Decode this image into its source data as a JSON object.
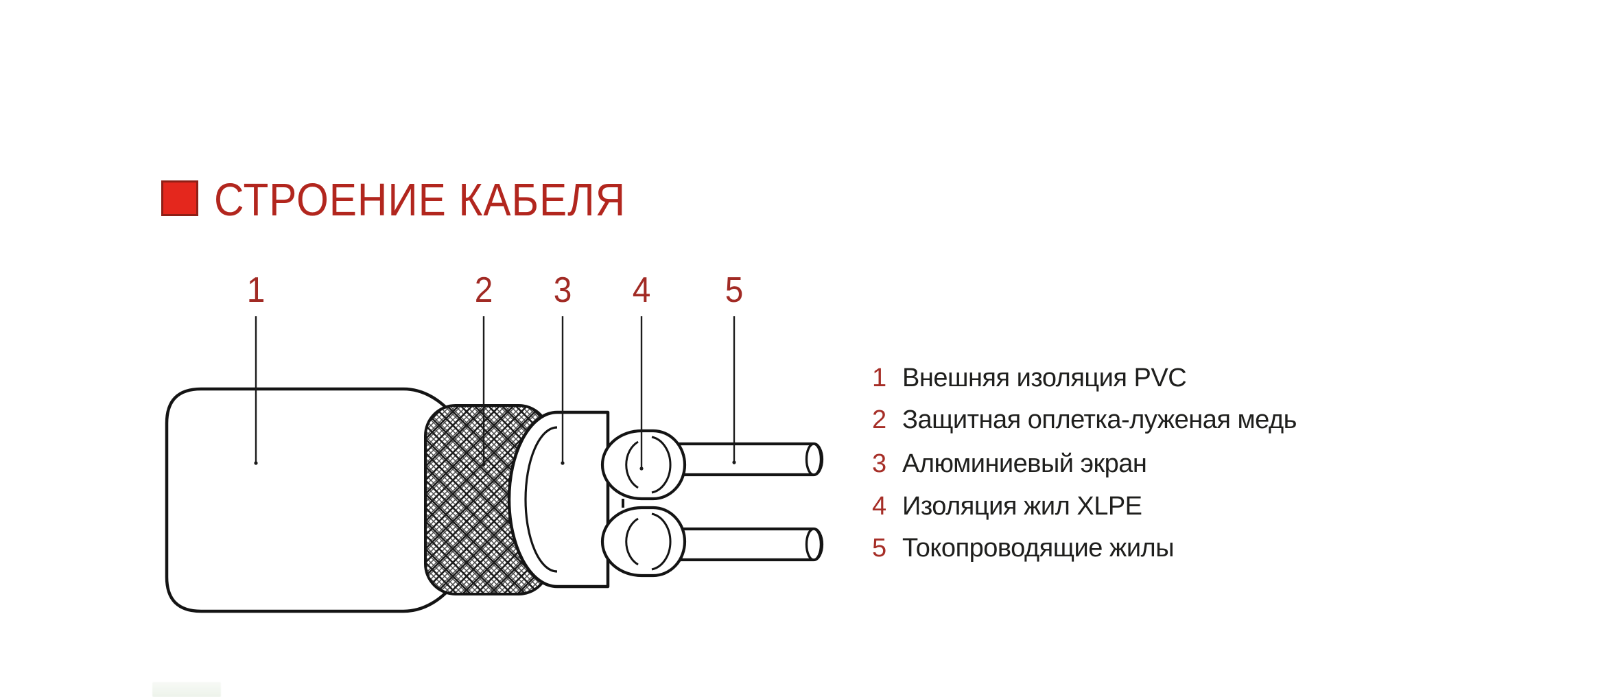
{
  "header": {
    "title": "СТРОЕНИЕ КАБЕЛЯ"
  },
  "colors": {
    "accent_square": "#e4271d",
    "title_red": "#b2261e",
    "callout_red": "#a12a24",
    "legend_number_red": "#a62e27",
    "ink": "#141414",
    "text": "#1f1f1d",
    "background": "#ffffff"
  },
  "callouts": [
    {
      "n": "1"
    },
    {
      "n": "2"
    },
    {
      "n": "3"
    },
    {
      "n": "4"
    },
    {
      "n": "5"
    }
  ],
  "legend": {
    "items": [
      {
        "n": "1",
        "label": "Внешняя изоляция PVC"
      },
      {
        "n": "2",
        "label": "Защитная оплетка-луженая медь"
      },
      {
        "n": "3",
        "label": "Алюминиевый экран"
      },
      {
        "n": "4",
        "label": "Изоляция жил XLPE"
      },
      {
        "n": "5",
        "label": "Токопроводящие жилы"
      }
    ]
  }
}
